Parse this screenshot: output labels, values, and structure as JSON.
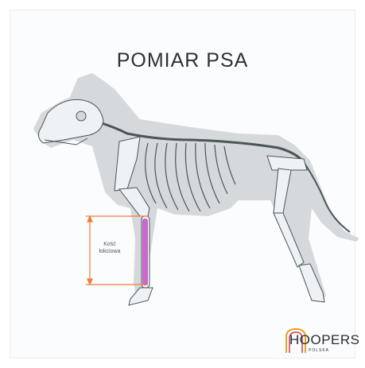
{
  "title": "POMIAR PSA",
  "measure_label": {
    "line1": "Kość",
    "line2": "łokciowa"
  },
  "logo": {
    "brand": "HOOPERS",
    "sub": "POLSKA"
  },
  "colors": {
    "silhouette": "#d6d9dc",
    "bone_fill": "#eef2f4",
    "bone_stroke": "#4b5559",
    "measure_arrow": "#ef7e3c",
    "ulna_highlight": "#c64fc8",
    "logo_accent": "#d23b4a",
    "logo_gold": "#e5a52a"
  }
}
